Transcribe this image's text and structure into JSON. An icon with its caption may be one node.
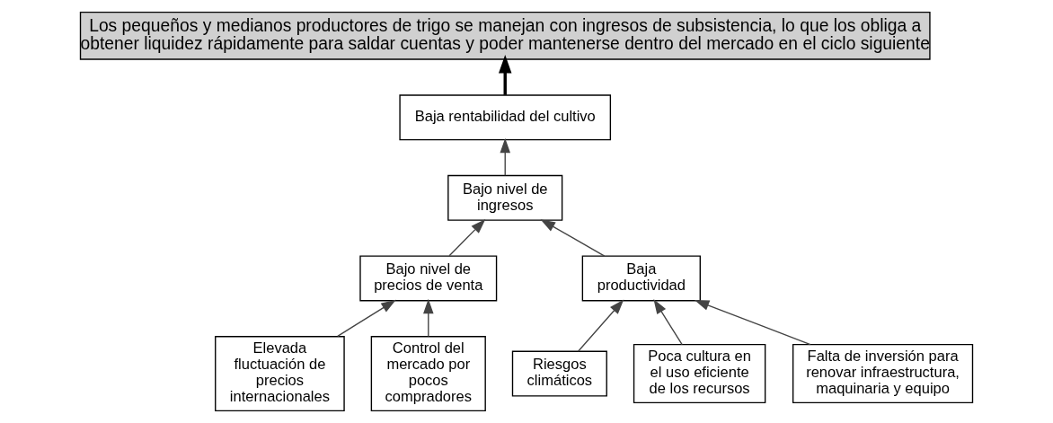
{
  "diagram": {
    "nodes": [
      {
        "text": [
          "Los pequeños y medianos productores de trigo se manejan con ingresos de subsistencia, lo que los obliga a obtener liquidez rápidamente para saldar cuentas y poder mantenerse dentro del mercado en el ciclo siguiente"
        ]
      },
      {
        "text": [
          "Baja rentabilidad del cultivo"
        ]
      },
      {
        "text": [
          "Bajo nivel de ingresos"
        ]
      },
      {
        "text": [
          "Bajo nivel de precios de venta"
        ]
      },
      {
        "text": [
          "Baja productividad"
        ]
      },
      {
        "text": [
          "Elevada fluctuación de precios internacionales"
        ]
      },
      {
        "text": [
          "Control del mercado por pocos compradores"
        ]
      },
      {
        "text": [
          "Riesgos climáticos"
        ]
      },
      {
        "text": [
          "Poca cultura en el uso eficiente de los recursos"
        ]
      },
      {
        "text": [
          "Falta de inversión para renovar infraestructura, maquinaria y equipo"
        ]
      }
    ],
    "edges": [
      {
        "from": 1,
        "to": 0,
        "arrow": "to",
        "style": "thick",
        "color": "#000000"
      },
      {
        "from": 2,
        "to": 1,
        "arrow": "to"
      },
      {
        "from": 3,
        "to": 2,
        "arrow": "to"
      },
      {
        "from": 4,
        "to": 2,
        "arrow": "to"
      },
      {
        "from": 5,
        "to": 3,
        "arrow": "to"
      },
      {
        "from": 6,
        "to": 3,
        "arrow": "to"
      },
      {
        "from": 7,
        "to": 4,
        "arrow": "to"
      },
      {
        "from": 8,
        "to": 4,
        "arrow": "to"
      },
      {
        "from": 9,
        "to": 4,
        "arrow": "to"
      }
    ]
  }
}
